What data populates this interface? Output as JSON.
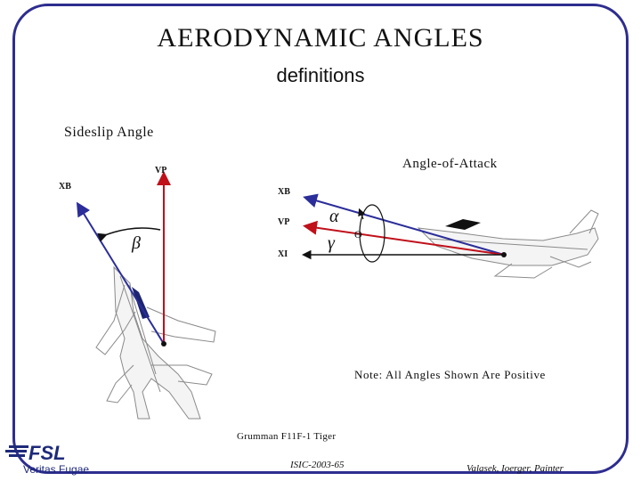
{
  "title": "AERODYNAMIC  ANGLES",
  "subtitle": "definitions",
  "sideslip_label": "Sideslip Angle",
  "aoa_label": "Angle-of-Attack",
  "left_diagram": {
    "xb": "XB",
    "vp": "VP",
    "beta": "β"
  },
  "right_diagram": {
    "xb": "XB",
    "vp": "VP",
    "xi": "XI",
    "alpha": "α",
    "gamma": "γ",
    "theta": "Θ"
  },
  "note": "Note: All Angles Shown Are Positive",
  "caption": "Grumman F11F-1 Tiger",
  "footer_id": "ISIC-2003-65",
  "footer_authors": "Valasek, Ioerger, Painter",
  "logo": {
    "text": "FSL",
    "motto": "Veritas Fugae"
  },
  "colors": {
    "frame": "#2d2d8f",
    "blue_vector": "#2b2d9a",
    "red_vector": "#c0101a",
    "logo": "#1e2a7a"
  }
}
